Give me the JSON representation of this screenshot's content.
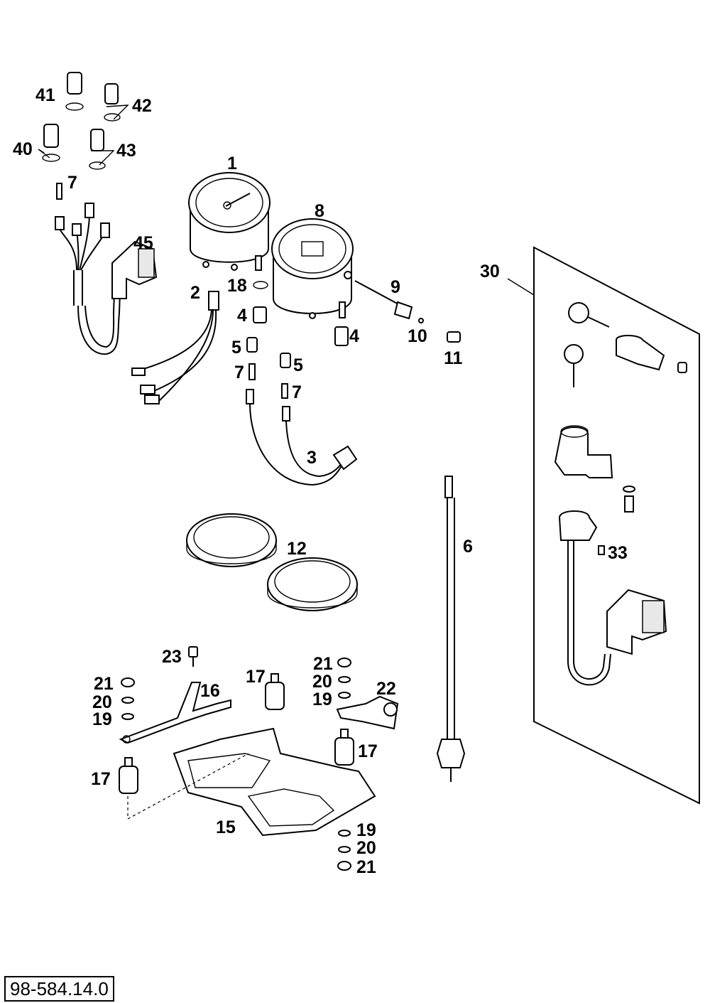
{
  "drawing_code": "98-584.14.0",
  "callouts": {
    "c1": "1",
    "c2": "2",
    "c3": "3",
    "c4a": "4",
    "c4b": "4",
    "c5a": "5",
    "c5b": "5",
    "c6": "6",
    "c7a": "7",
    "c7b": "7",
    "c7c": "7",
    "c8": "8",
    "c9": "9",
    "c10": "10",
    "c11": "11",
    "c12": "12",
    "c15": "15",
    "c16": "16",
    "c17a": "17",
    "c17b": "17",
    "c17c": "17",
    "c18": "18",
    "c19a": "19",
    "c19b": "19",
    "c19c": "19",
    "c20a": "20",
    "c20b": "20",
    "c20c": "20",
    "c21a": "21",
    "c21b": "21",
    "c21c": "21",
    "c22": "22",
    "c23": "23",
    "c30": "30",
    "c33": "33",
    "c40": "40",
    "c41": "41",
    "c42": "42",
    "c43": "43",
    "c45": "45"
  }
}
